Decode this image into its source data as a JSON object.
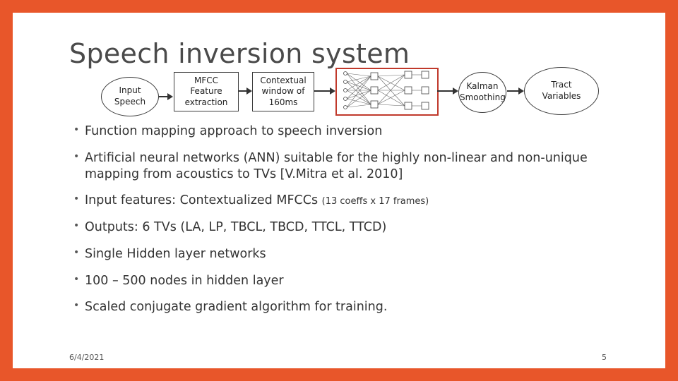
{
  "title": "Speech inversion system",
  "pipeline": {
    "input_speech": "Input Speech",
    "mfcc": "MFCC Feature extraction",
    "context": "Contextual window of 160ms",
    "kalman": "Kalman Smoothing",
    "tract": "Tract Variables"
  },
  "bullets": [
    {
      "text": "Function mapping approach to speech inversion"
    },
    {
      "text": "Artificial neural networks (ANN) suitable for the highly non-linear and non-unique mapping from acoustics to TVs [V.Mitra et al. 2010]"
    },
    {
      "text": "Input features: Contextualized MFCCs",
      "small": "(13 coeffs x 17 frames)"
    },
    {
      "text": "Outputs: 6 TVs (LA, LP, TBCL, TBCD, TTCL, TTCD)"
    },
    {
      "text": "Single Hidden layer networks"
    },
    {
      "text": "100 – 500 nodes in hidden layer"
    },
    {
      "text": "Scaled conjugate gradient algorithm for training."
    }
  ],
  "footer": {
    "date": "6/4/2021",
    "page": "5"
  }
}
